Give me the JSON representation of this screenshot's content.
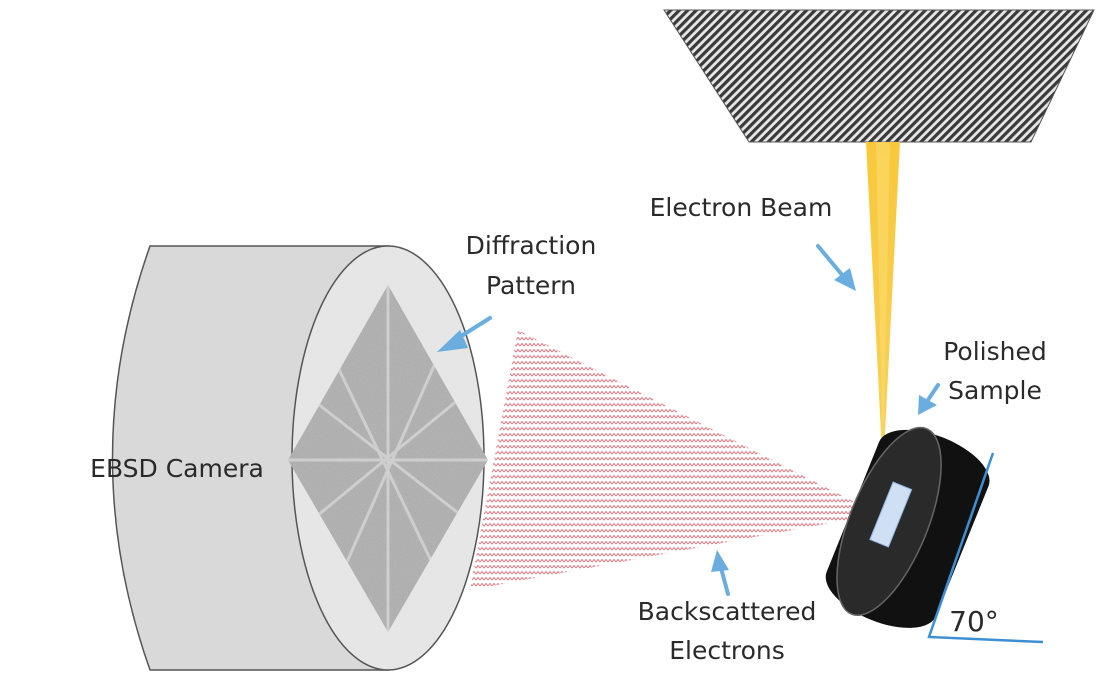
{
  "labels": {
    "camera": "EBSD Camera",
    "diffraction_line1": "Diffraction",
    "diffraction_line2": "Pattern",
    "electron_beam": "Electron Beam",
    "polished_line1": "Polished",
    "polished_line2": "Sample",
    "backscattered_line1": "Backscattered",
    "backscattered_line2": "Electrons",
    "angle": "70°"
  },
  "colors": {
    "arrow": "#6aaee0",
    "beam": "#f7c22a",
    "backscatter": "#e0707a",
    "angle_line": "#3d8fd4",
    "camera_body": "#d9d9d9",
    "camera_face": "#e4e4e4",
    "sample": "#111111",
    "sample_spot": "#cfe0f5"
  },
  "icons": {
    "pole_piece": "hatched-trapezoid",
    "arrows": "pointer-arrow"
  }
}
